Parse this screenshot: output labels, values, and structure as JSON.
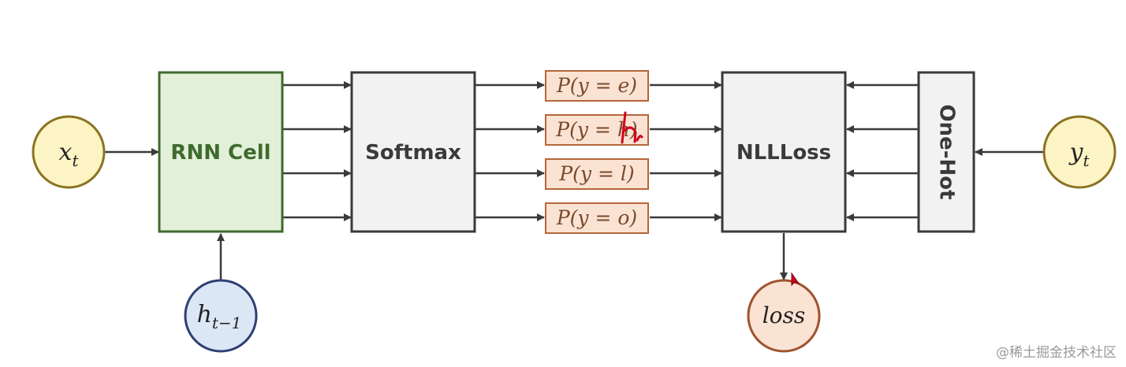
{
  "diagram": {
    "inputs": {
      "x_t": {
        "base": "x",
        "sub": "t"
      },
      "h_prev": {
        "base": "h",
        "sub": "t−1"
      },
      "y_t": {
        "base": "y",
        "sub": "t"
      }
    },
    "blocks": {
      "rnn_cell": "RNN Cell",
      "softmax": "Softmax",
      "nllloss": "NLLLoss",
      "one_hot": "One-Hot"
    },
    "probabilities": [
      {
        "text": "P(y = e)"
      },
      {
        "text": "P(y = h)"
      },
      {
        "text": "P(y = l)"
      },
      {
        "text": "P(y = o)"
      }
    ],
    "output": {
      "loss": "loss"
    },
    "colors": {
      "input_fill": "#fdf4c5",
      "input_stroke": "#8a7420",
      "hidden_fill": "#dce7f6",
      "hidden_stroke": "#2e3f73",
      "rnn_fill": "#e2f0d9",
      "rnn_stroke": "#3f6a2e",
      "rnn_text": "#3f6a2e",
      "block_fill": "#f2f2f2",
      "block_stroke": "#3a3a3a",
      "prob_fill": "#fbe3d4",
      "prob_stroke": "#b5653b",
      "loss_fill": "#fbe3d4",
      "loss_stroke": "#a0522d",
      "arrow": "#3a3a3a",
      "annotation": "#d0021b"
    }
  },
  "watermark": "@稀土掘金技术社区"
}
